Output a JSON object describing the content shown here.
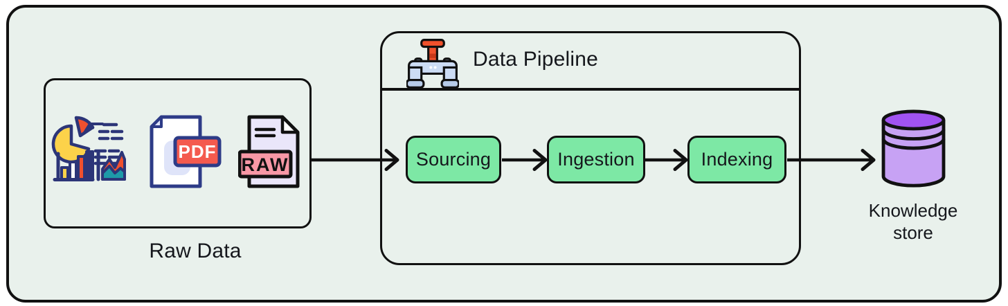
{
  "diagram": {
    "raw_data": {
      "label": "Raw Data",
      "icons": [
        "charts-icon",
        "pdf-file-icon",
        "raw-file-icon"
      ],
      "pdf_badge": "PDF",
      "raw_badge": "RAW"
    },
    "pipeline": {
      "title": "Data Pipeline",
      "icon": "pipe-valve-icon",
      "stages": [
        {
          "label": "Sourcing"
        },
        {
          "label": "Ingestion"
        },
        {
          "label": "Indexing"
        }
      ]
    },
    "knowledge_store": {
      "icon": "database-icon",
      "label_line1": "Knowledge",
      "label_line2": "store"
    },
    "colors": {
      "page_background": "#ffffff",
      "frame_background": "#e9f1ec",
      "outline": "#111111",
      "stage_fill": "#7de8a5",
      "database_top": "#a153f1",
      "database_body": "#c7a2f4",
      "pdf_red": "#f45a4e",
      "raw_pink": "#f898a6",
      "chart_navy": "#2c3578",
      "chart_yellow": "#fcd24a",
      "chart_orange": "#f0502e",
      "chart_teal": "#1d9aa8",
      "pipe_blue": "#ccdcf4",
      "valve_red": "#f0512c",
      "text": "#15171c"
    }
  }
}
